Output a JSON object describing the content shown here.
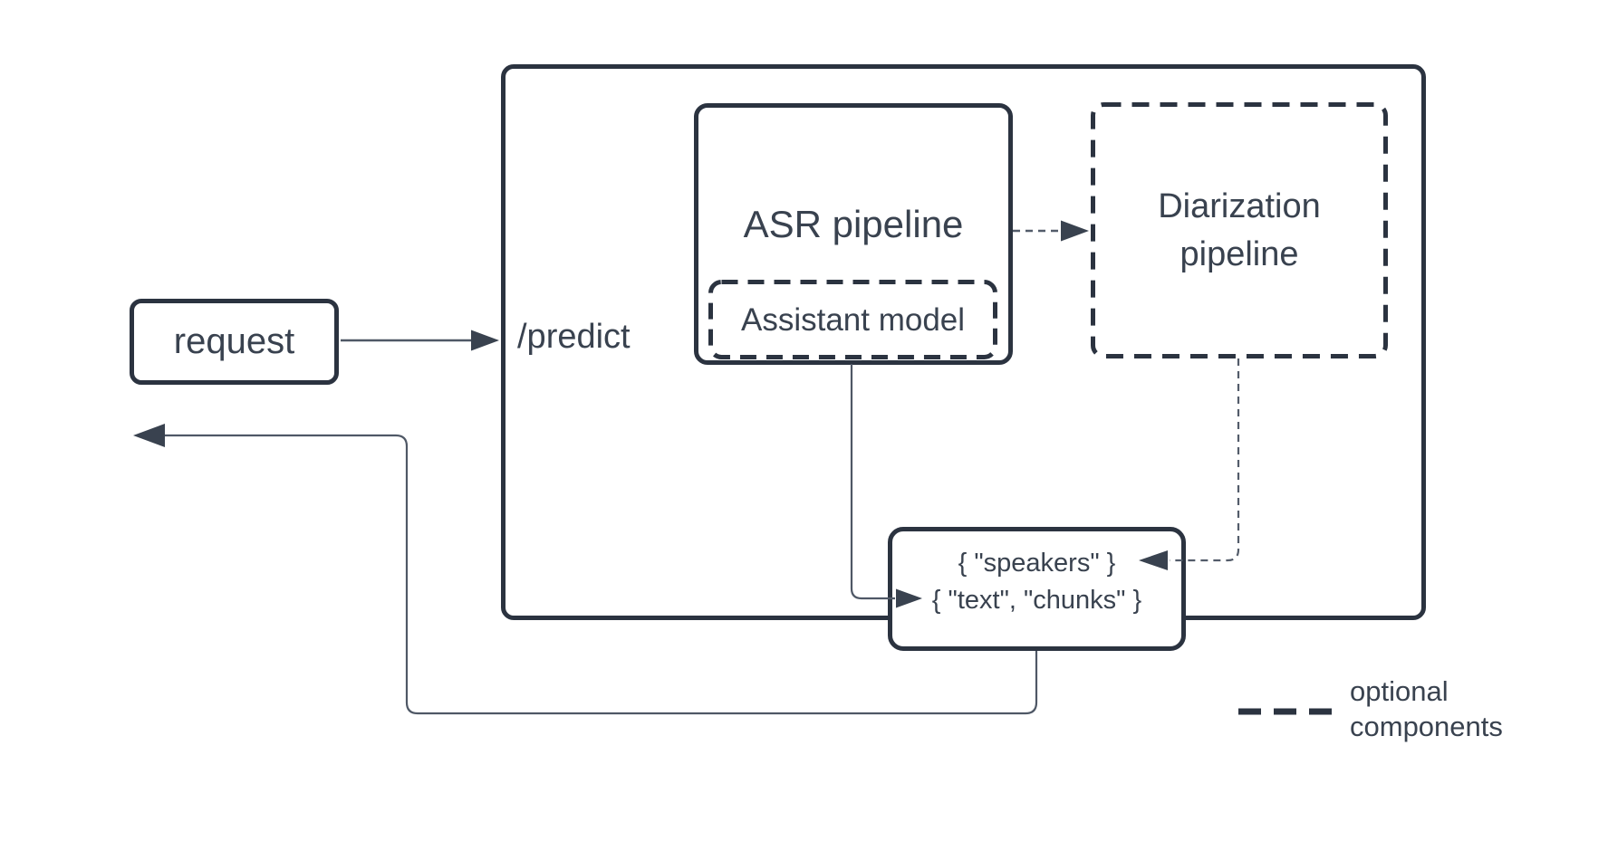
{
  "diagram": {
    "nodes": {
      "request": "request",
      "predict_endpoint": "/predict",
      "asr_pipeline": "ASR pipeline",
      "assistant_model": "Assistant model",
      "diarization_pipeline": "Diarization\npipeline",
      "output_speakers": "{ \"speakers\" }",
      "output_text_chunks": "{ \"text\", \"chunks\" }"
    },
    "edges": [
      {
        "from": "request",
        "to": "predict_endpoint",
        "style": "solid"
      },
      {
        "from": "asr_pipeline",
        "to": "diarization_pipeline",
        "style": "dashed"
      },
      {
        "from": "assistant_model",
        "to": "output_text_chunks",
        "style": "solid"
      },
      {
        "from": "diarization_pipeline",
        "to": "output_speakers",
        "style": "dashed"
      },
      {
        "from": "output",
        "to": "request-side",
        "style": "solid"
      }
    ],
    "legend": {
      "label": "optional\ncomponents"
    },
    "colors": {
      "box_border": "#2b3340",
      "text": "#39424f",
      "thin_connector": "#4f5866",
      "arrowhead": "#39424f"
    }
  }
}
